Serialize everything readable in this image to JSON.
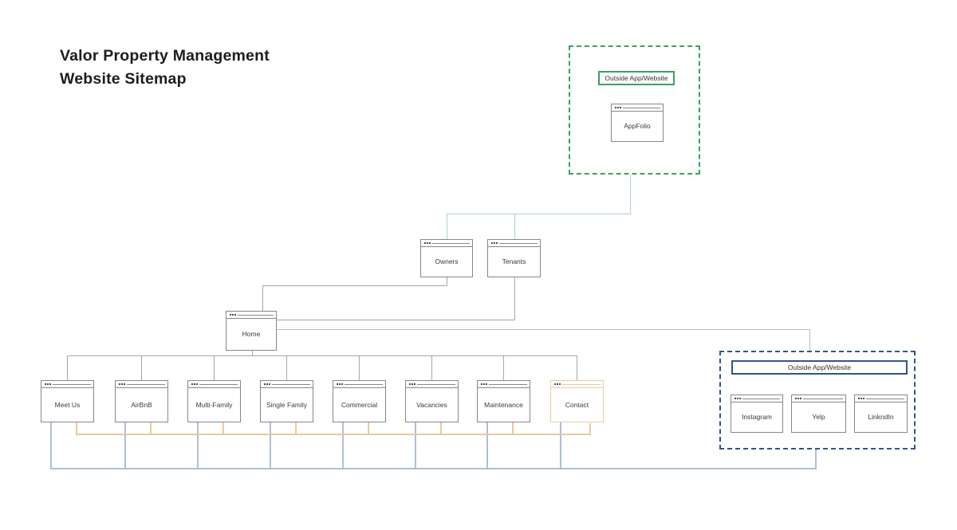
{
  "title": {
    "line1": "Valor Property Management",
    "line2": "Website Sitemap"
  },
  "colors": {
    "green_accent": "#36a45e",
    "green_connector": "#a9d4ba",
    "blue_accent": "#31548f",
    "blue_connector": "#aebfd3",
    "orange_connector": "#e9c9a0",
    "orange_node_border": "#e5cda6",
    "gray_node_border": "#85878a",
    "gray_connector": "#a5a7aa"
  },
  "outside_top_group": {
    "label": "Outside App/Website",
    "pages": {
      "appfolio": "AppFolio"
    }
  },
  "outside_right_group": {
    "label": "Outside App/Website",
    "pages": {
      "instagram": "Instagram",
      "yelp": "Yelp",
      "linkndin": "LinkndIn"
    }
  },
  "pages": {
    "owners": "Owners",
    "tenants": "Tenants",
    "home": "Home",
    "children": [
      "Meet Us",
      "AirBnB",
      "Multi-Family",
      "Single Family",
      "Commercial",
      "Vacancies",
      "Maintenance",
      "Contact"
    ]
  },
  "connections": {
    "green": [
      "Outside App/Website (AppFolio) -> Owners",
      "Outside App/Website (AppFolio) -> Tenants"
    ],
    "gray": [
      "Owners -> Home",
      "Tenants -> Home",
      "Home -> Meet Us",
      "Home -> AirBnB",
      "Home -> Multi-Family",
      "Home -> Single Family",
      "Home -> Commercial",
      "Home -> Vacancies",
      "Home -> Maintenance",
      "Home -> Contact"
    ],
    "orange": [
      "Meet Us -> Contact",
      "AirBnB -> Contact",
      "Multi-Family -> Contact",
      "Single Family -> Contact",
      "Commercial -> Contact",
      "Vacancies -> Contact",
      "Maintenance -> Contact"
    ],
    "blue": [
      "Home -> Outside App/Website (social)",
      "Meet Us -> Outside App/Website (social)",
      "AirBnB -> Outside App/Website (social)",
      "Multi-Family -> Outside App/Website (social)",
      "Single Family -> Outside App/Website (social)",
      "Commercial -> Outside App/Website (social)",
      "Vacancies -> Outside App/Website (social)",
      "Maintenance -> Outside App/Website (social)",
      "Contact -> Outside App/Website (social)"
    ]
  }
}
